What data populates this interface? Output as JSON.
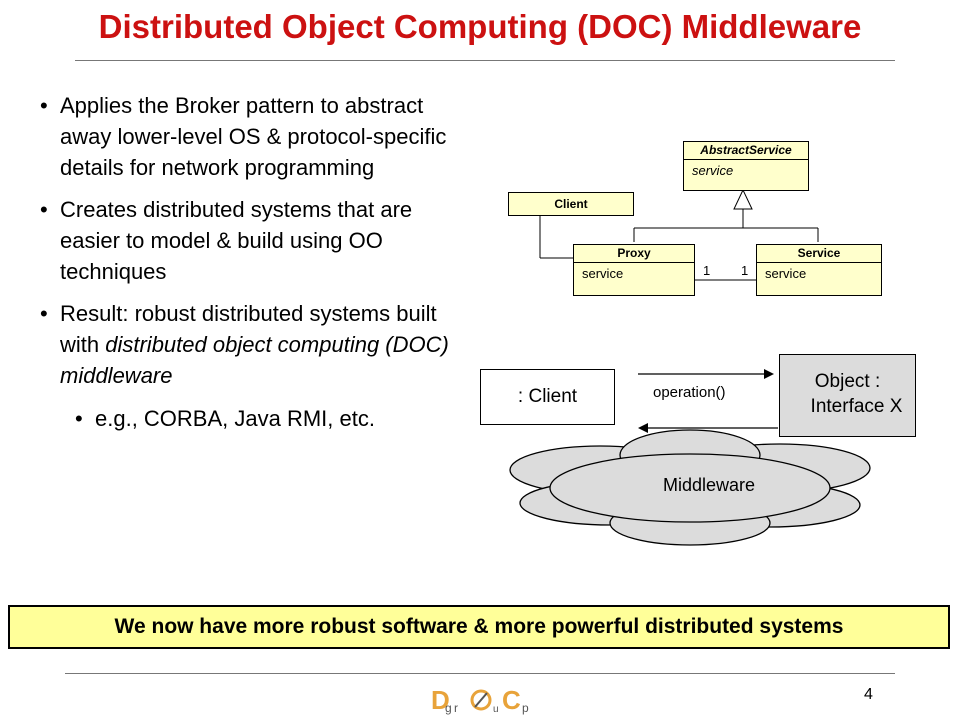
{
  "title": "Distributed Object Computing (DOC) Middleware",
  "bullets": {
    "b1": "Applies the Broker pattern to abstract away lower-level OS & protocol-specific details for network programming",
    "b2": "Creates distributed systems that are easier to model & build using OO techniques",
    "b3_pre": "Result: robust distributed systems built with ",
    "b3_em": "distributed object computing (DOC) middleware",
    "sub": "e.g., CORBA, Java RMI, etc."
  },
  "uml": {
    "abstract_service": {
      "name": "AbstractService",
      "method": "service"
    },
    "client": {
      "name": "Client"
    },
    "proxy": {
      "name": "Proxy",
      "method": "service"
    },
    "service": {
      "name": "Service",
      "method": "service"
    },
    "mult_left": "1",
    "mult_right": "1"
  },
  "interaction": {
    "client_label": ": Client",
    "object_line1": "Object :",
    "object_line2": "Interface X",
    "operation": "operation()",
    "middleware": "Middleware"
  },
  "callout": "We now have more robust software & more powerful distributed systems",
  "page_number": "4",
  "logo_letters": [
    "D",
    "r",
    "C",
    "g",
    "u",
    "p"
  ],
  "colors": {
    "title": "#cc1111",
    "uml_fill": "#ffffcc",
    "object_fill": "#dcdcdc",
    "callout_fill": "#ffff99",
    "logo_orange": "#e8a33a"
  }
}
